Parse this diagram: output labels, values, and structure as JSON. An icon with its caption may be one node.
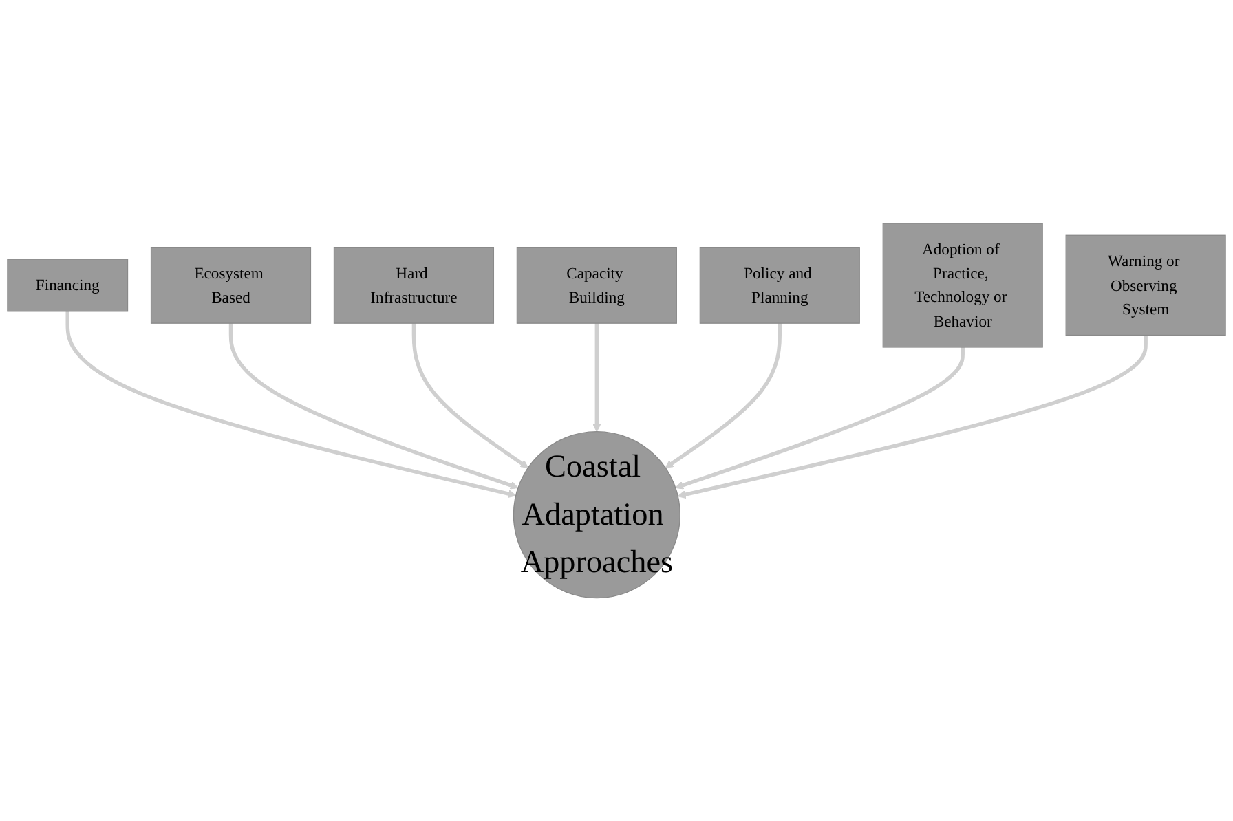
{
  "diagram": {
    "nodes": [
      {
        "text": [
          "Financing"
        ]
      },
      {
        "text": [
          "Ecosystem Based"
        ]
      },
      {
        "text": [
          "Hard Infrastructure"
        ]
      },
      {
        "text": [
          "Capacity Building"
        ]
      },
      {
        "text": [
          "Policy and Planning"
        ]
      },
      {
        "text": [
          "Adoption of Practice, Technology or Behavior"
        ]
      },
      {
        "text": [
          "Warning or Observing System"
        ]
      },
      {
        "text": [
          "Coastal Adaptation Approaches"
        ]
      }
    ],
    "edges": [
      {
        "from": 0,
        "to": 7,
        "arrow": "to"
      },
      {
        "from": 1,
        "to": 7,
        "arrow": "to"
      },
      {
        "from": 2,
        "to": 7,
        "arrow": "to"
      },
      {
        "from": 3,
        "to": 7,
        "arrow": "to"
      },
      {
        "from": 4,
        "to": 7,
        "arrow": "to"
      },
      {
        "from": 5,
        "to": 7,
        "arrow": "to"
      },
      {
        "from": 6,
        "to": 7,
        "arrow": "to"
      }
    ]
  }
}
